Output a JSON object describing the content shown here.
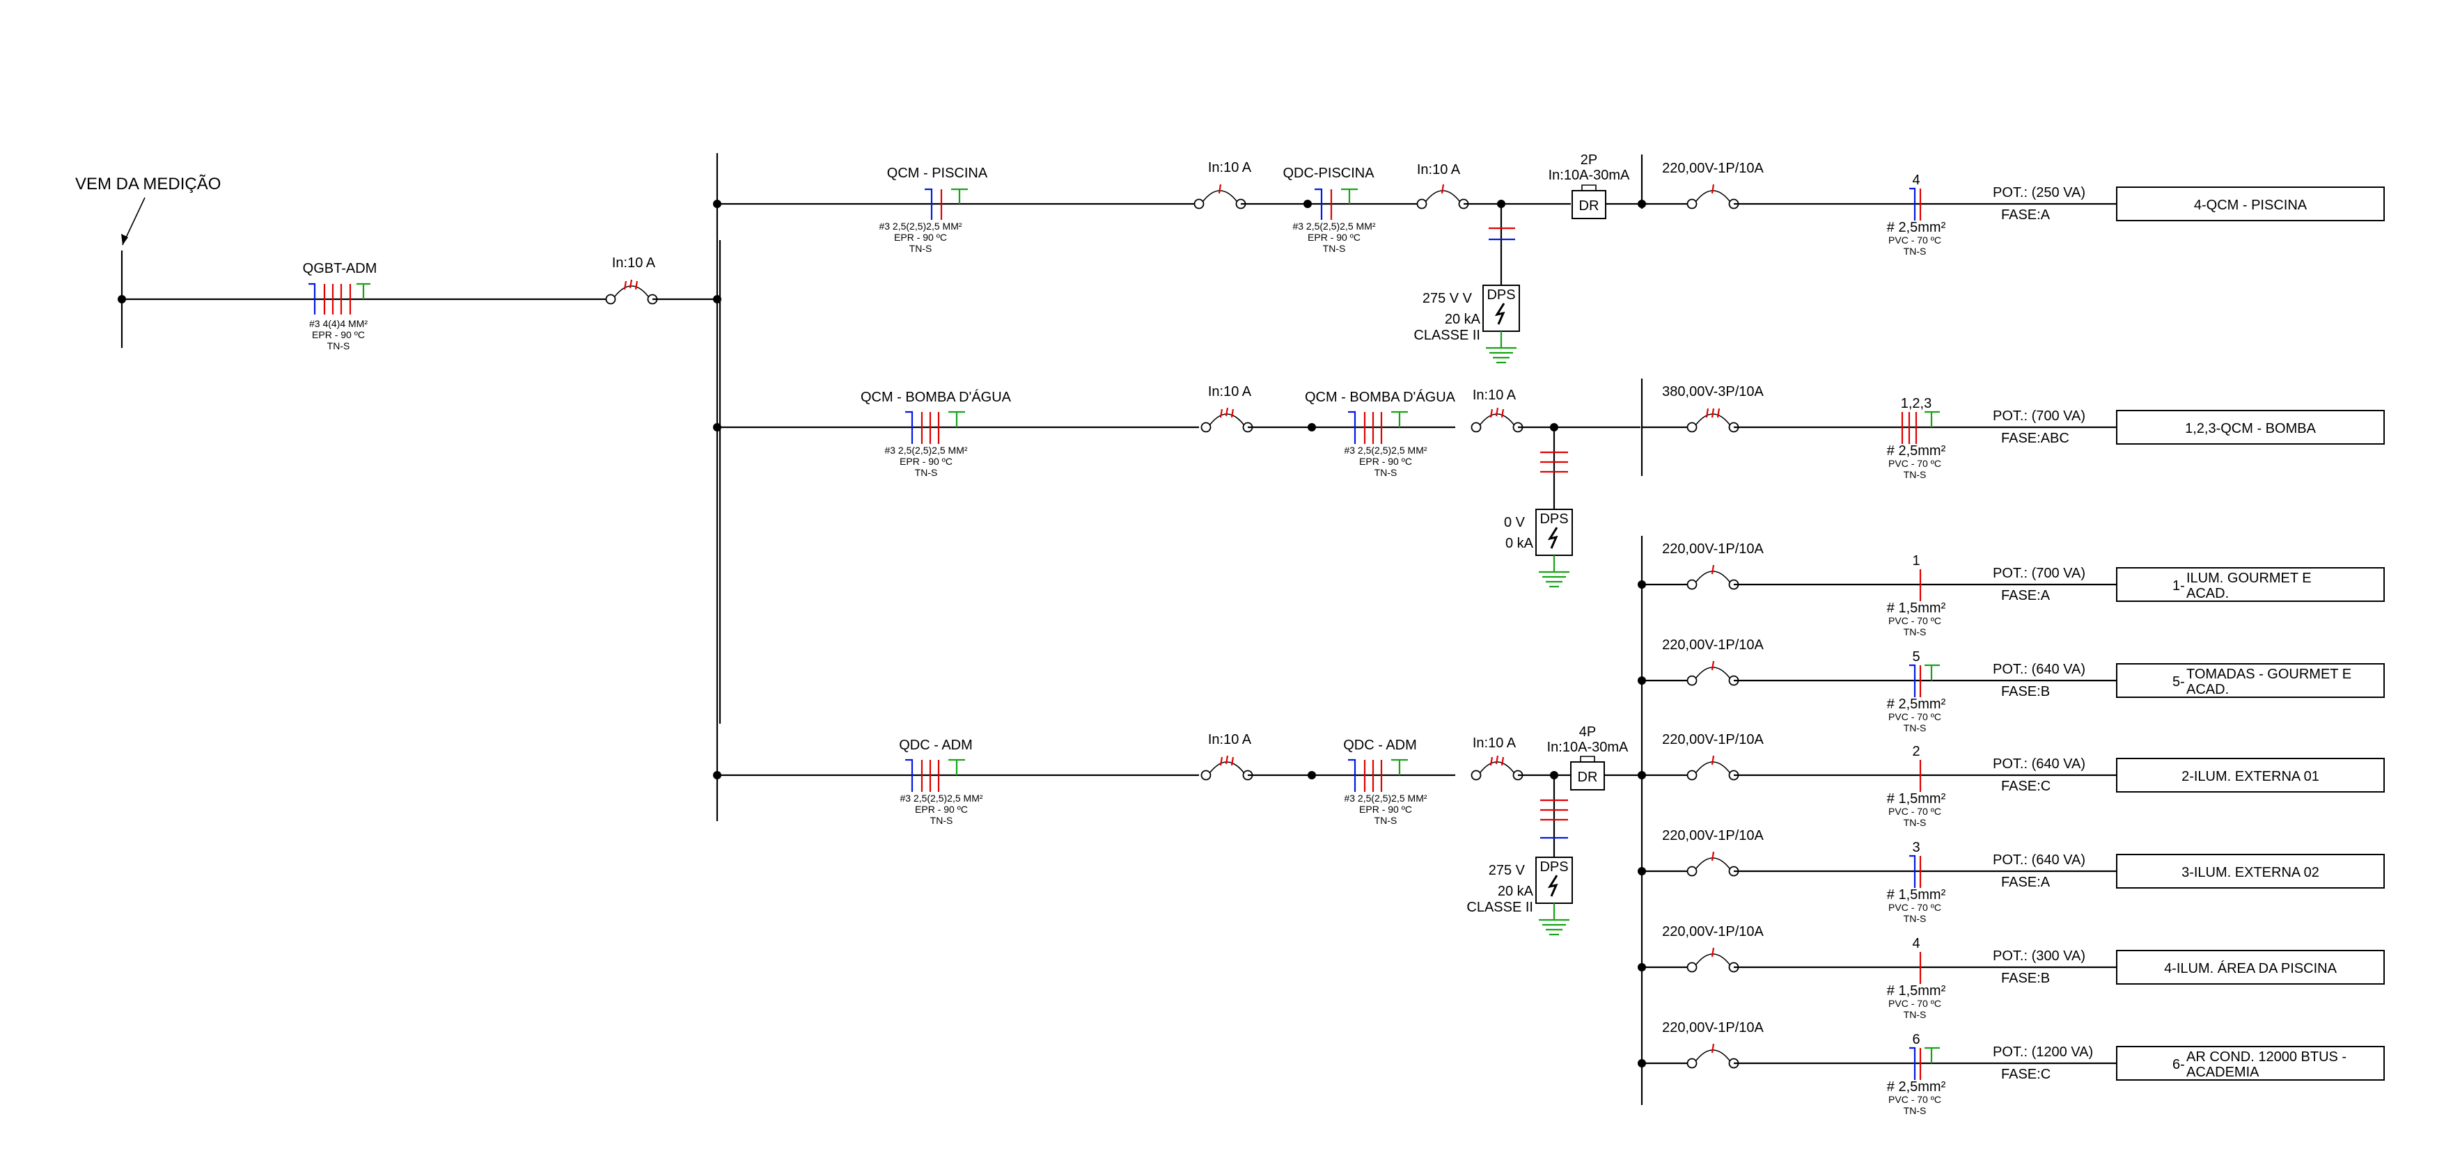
{
  "colors": {
    "phase": "#e00000",
    "neutral": "#0018e0",
    "earth": "#16a316",
    "line": "#000000"
  },
  "source": {
    "label": "VEM DA MEDIÇÃO"
  },
  "qgbt": {
    "name": "QGBT-ADM",
    "cable": [
      "#3 4(4)4 MM²",
      "EPR - 90 ºC",
      "TN-S"
    ],
    "breaker": "In:10 A"
  },
  "feeders": [
    {
      "name": "QCM - PISCINA",
      "cable": [
        "#3 2,5(2,5)2,5 MM²",
        "EPR - 90 ºC",
        "TN-S"
      ],
      "breaker": "In:10 A",
      "board": "QDC-PISCINA",
      "board_cable": [
        "#3 2,5(2,5)2,5 MM²",
        "EPR - 90 ºC",
        "TN-S"
      ],
      "board_breaker": "In:10 A",
      "dr": {
        "poles": "2P",
        "rating": "In:10A-30mA",
        "label": "DR"
      },
      "dps": {
        "label": "DPS",
        "voltage": "275 V V",
        "current": "20 kA",
        "class": "CLASSE II"
      }
    },
    {
      "name": "QCM - BOMBA D'ÁGUA",
      "cable": [
        "#3 2,5(2,5)2,5 MM²",
        "EPR - 90 ºC",
        "TN-S"
      ],
      "breaker": "In:10 A",
      "board": "QCM - BOMBA D'ÁGUA",
      "board_cable": [
        "#3 2,5(2,5)2,5 MM²",
        "EPR - 90 ºC",
        "TN-S"
      ],
      "board_breaker": "In:10 A",
      "dps": {
        "label": "DPS",
        "voltage": "0 V",
        "current": "0 kA"
      }
    },
    {
      "name": "QDC - ADM",
      "cable": [
        "#3 2,5(2,5)2,5 MM²",
        "EPR - 90 ºC",
        "TN-S"
      ],
      "breaker": "In:10 A",
      "board": "QDC - ADM",
      "board_cable": [
        "#3 2,5(2,5)2,5 MM²",
        "EPR - 90 ºC",
        "TN-S"
      ],
      "board_breaker": "In:10 A",
      "dr": {
        "poles": "4P",
        "rating": "In:10A-30mA",
        "label": "DR"
      },
      "dps": {
        "label": "DPS",
        "voltage": "275 V",
        "current": "20 kA",
        "class": "CLASSE II"
      }
    }
  ],
  "circuits": [
    {
      "breaker": "220,00V-1P/10A",
      "num": "4",
      "section": "# 2,5mm²",
      "insul": "PVC - 70 ºC",
      "system": "TN-S",
      "pot": "POT.: (250 VA)",
      "fase": "FASE:A",
      "box_num": "",
      "box_text": "4-QCM - PISCINA"
    },
    {
      "breaker": "380,00V-3P/10A",
      "num": "1,2,3",
      "section": "# 2,5mm²",
      "insul": "PVC - 70 ºC",
      "system": "TN-S",
      "pot": "POT.: (700 VA)",
      "fase": "FASE:ABC",
      "box_num": "",
      "box_text": "1,2,3-QCM - BOMBA"
    },
    {
      "breaker": "220,00V-1P/10A",
      "num": "1",
      "section": "# 1,5mm²",
      "insul": "PVC - 70 ºC",
      "system": "TN-S",
      "pot": "POT.: (700 VA)",
      "fase": "FASE:A",
      "box_num": "1-",
      "box_lines": [
        "ILUM. GOURMET E",
        "ACAD."
      ]
    },
    {
      "breaker": "220,00V-1P/10A",
      "num": "5",
      "section": "# 2,5mm²",
      "insul": "PVC - 70 ºC",
      "system": "TN-S",
      "pot": "POT.: (640 VA)",
      "fase": "FASE:B",
      "box_num": "5-",
      "box_lines": [
        "TOMADAS - GOURMET E",
        "ACAD."
      ]
    },
    {
      "breaker": "220,00V-1P/10A",
      "num": "2",
      "section": "# 1,5mm²",
      "insul": "PVC - 70 ºC",
      "system": "TN-S",
      "pot": "POT.: (640 VA)",
      "fase": "FASE:C",
      "box_num": "",
      "box_text": "2-ILUM. EXTERNA 01"
    },
    {
      "breaker": "220,00V-1P/10A",
      "num": "3",
      "section": "# 1,5mm²",
      "insul": "PVC - 70 ºC",
      "system": "TN-S",
      "pot": "POT.: (640 VA)",
      "fase": "FASE:A",
      "box_num": "",
      "box_text": "3-ILUM. EXTERNA 02"
    },
    {
      "breaker": "220,00V-1P/10A",
      "num": "4",
      "section": "# 1,5mm²",
      "insul": "PVC - 70 ºC",
      "system": "TN-S",
      "pot": "POT.: (300 VA)",
      "fase": "FASE:B",
      "box_num": "",
      "box_text": "4-ILUM. ÁREA DA PISCINA"
    },
    {
      "breaker": "220,00V-1P/10A",
      "num": "6",
      "section": "# 2,5mm²",
      "insul": "PVC - 70 ºC",
      "system": "TN-S",
      "pot": "POT.: (1200 VA)",
      "fase": "FASE:C",
      "box_num": "6-",
      "box_lines": [
        "AR COND. 12000 BTUS -",
        "ACADEMIA"
      ]
    }
  ]
}
